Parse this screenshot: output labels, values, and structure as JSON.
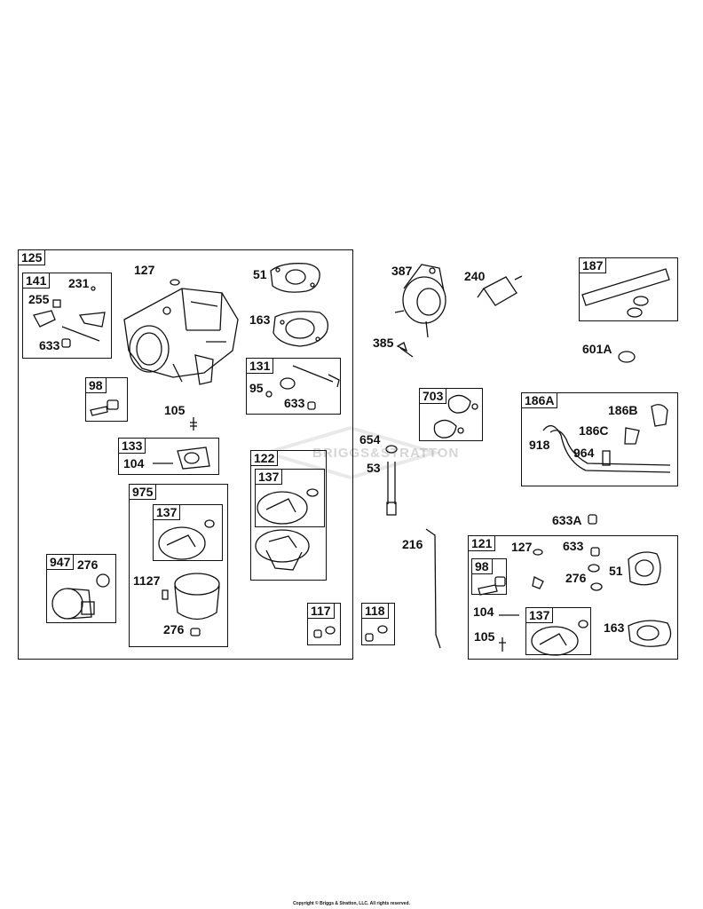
{
  "watermark": {
    "text": "BRIGGS&STRATTON"
  },
  "footer": {
    "copyright": "Copyright © Briggs & Stratton, LLC. All rights reserved."
  },
  "boxes": {
    "b125": "125",
    "b141": "141",
    "b98a": "98",
    "b133": "133",
    "b975": "975",
    "b137a": "137",
    "b947": "947",
    "b131": "131",
    "b122": "122",
    "b137b": "137",
    "b117": "117",
    "b118": "118",
    "b703": "703",
    "b187": "187",
    "b186A": "186A",
    "b121": "121",
    "b98b": "98",
    "b137c": "137"
  },
  "labels": {
    "l127a": "127",
    "l51a": "51",
    "l163a": "163",
    "l231": "231",
    "l255": "255",
    "l633a": "633",
    "l95": "95",
    "l633b": "633",
    "l105a": "105",
    "l104a": "104",
    "l1127": "1127",
    "l276a": "276",
    "l276b": "276",
    "l387": "387",
    "l240": "240",
    "l385": "385",
    "l601A": "601A",
    "l654": "654",
    "l53": "53",
    "l186B": "186B",
    "l186C": "186C",
    "l918": "918",
    "l964": "964",
    "l633A": "633A",
    "l216": "216",
    "l127b": "127",
    "l633c": "633",
    "l51b": "51",
    "l276c": "276",
    "l104b": "104",
    "l105b": "105",
    "l163b": "163"
  }
}
